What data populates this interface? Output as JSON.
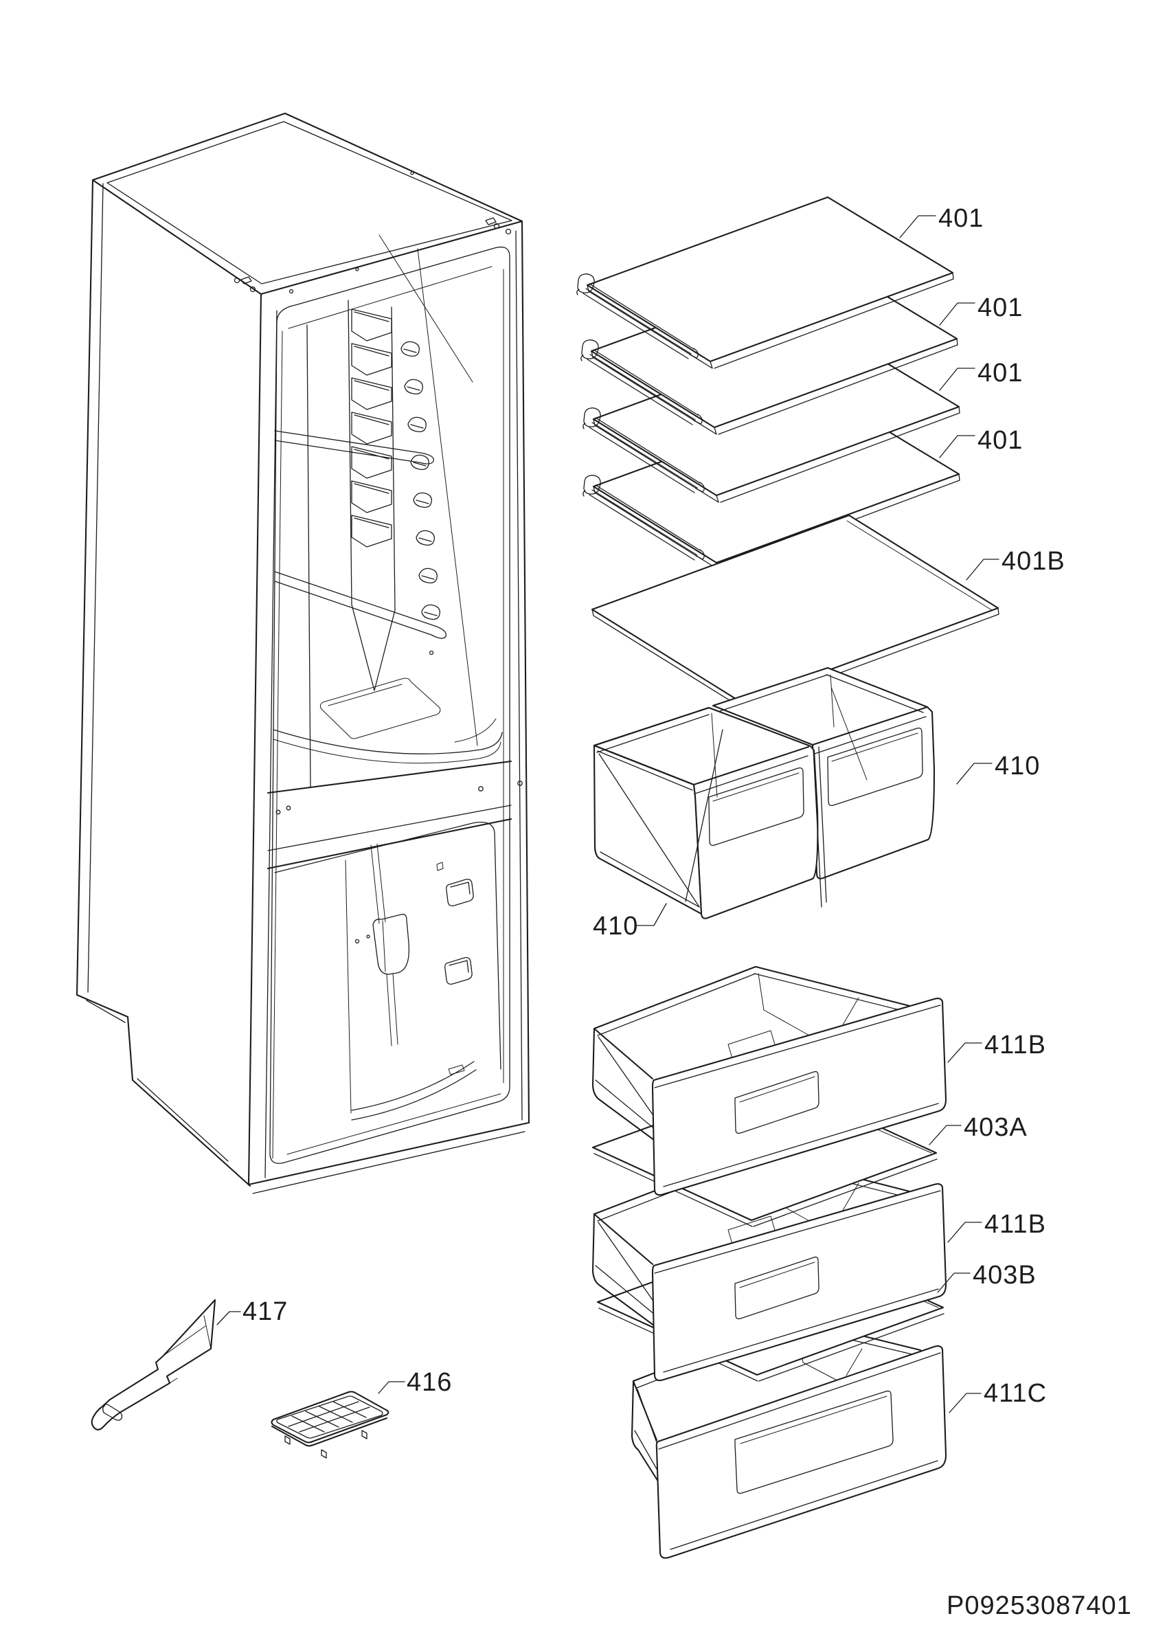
{
  "page": {
    "background": "#ffffff",
    "line_color": "#1d1d1b"
  },
  "callouts": [
    {
      "id": "shelf-1",
      "text": "401"
    },
    {
      "id": "shelf-2",
      "text": "401"
    },
    {
      "id": "shelf-3",
      "text": "401"
    },
    {
      "id": "shelf-4",
      "text": "401"
    },
    {
      "id": "cover-plate",
      "text": "401B"
    },
    {
      "id": "bin-right",
      "text": "410"
    },
    {
      "id": "bin-left",
      "text": "410"
    },
    {
      "id": "drawer-top",
      "text": "411B"
    },
    {
      "id": "glass-a",
      "text": "403A"
    },
    {
      "id": "drawer-mid",
      "text": "411B"
    },
    {
      "id": "glass-b",
      "text": "403B"
    },
    {
      "id": "drawer-bottom",
      "text": "411C"
    },
    {
      "id": "ice-scraper",
      "text": "417"
    },
    {
      "id": "ice-tray",
      "text": "416"
    }
  ],
  "part_number": "P09253087401"
}
